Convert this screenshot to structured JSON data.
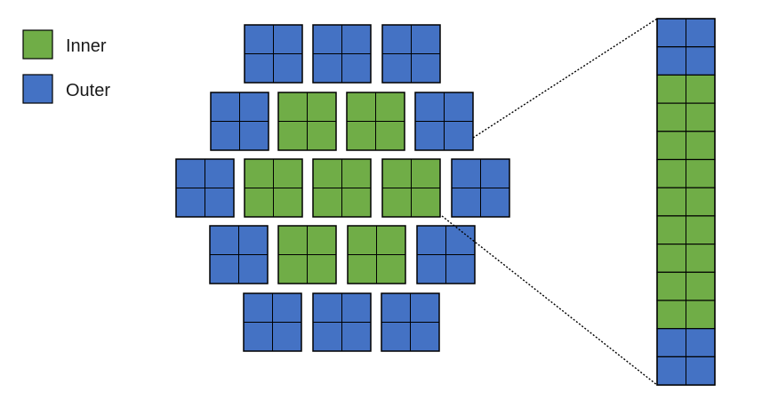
{
  "legend": {
    "items": [
      {
        "label": "Inner",
        "color": "#70ad47"
      },
      {
        "label": "Outer",
        "color": "#4472c4"
      }
    ]
  },
  "colors": {
    "inner": "#70ad47",
    "outer": "#4472c4",
    "stroke": "#000000"
  },
  "array": {
    "rows": [
      [
        "outer",
        "outer",
        "outer"
      ],
      [
        "outer",
        "inner",
        "inner",
        "outer"
      ],
      [
        "outer",
        "inner",
        "inner",
        "inner",
        "outer"
      ],
      [
        "outer",
        "inner",
        "inner",
        "outer"
      ],
      [
        "outer",
        "outer",
        "outer"
      ]
    ]
  },
  "detail_column": {
    "cells": [
      "outer",
      "outer",
      "inner",
      "inner",
      "inner",
      "inner",
      "inner",
      "inner",
      "inner",
      "inner",
      "inner",
      "outer",
      "outer"
    ]
  }
}
